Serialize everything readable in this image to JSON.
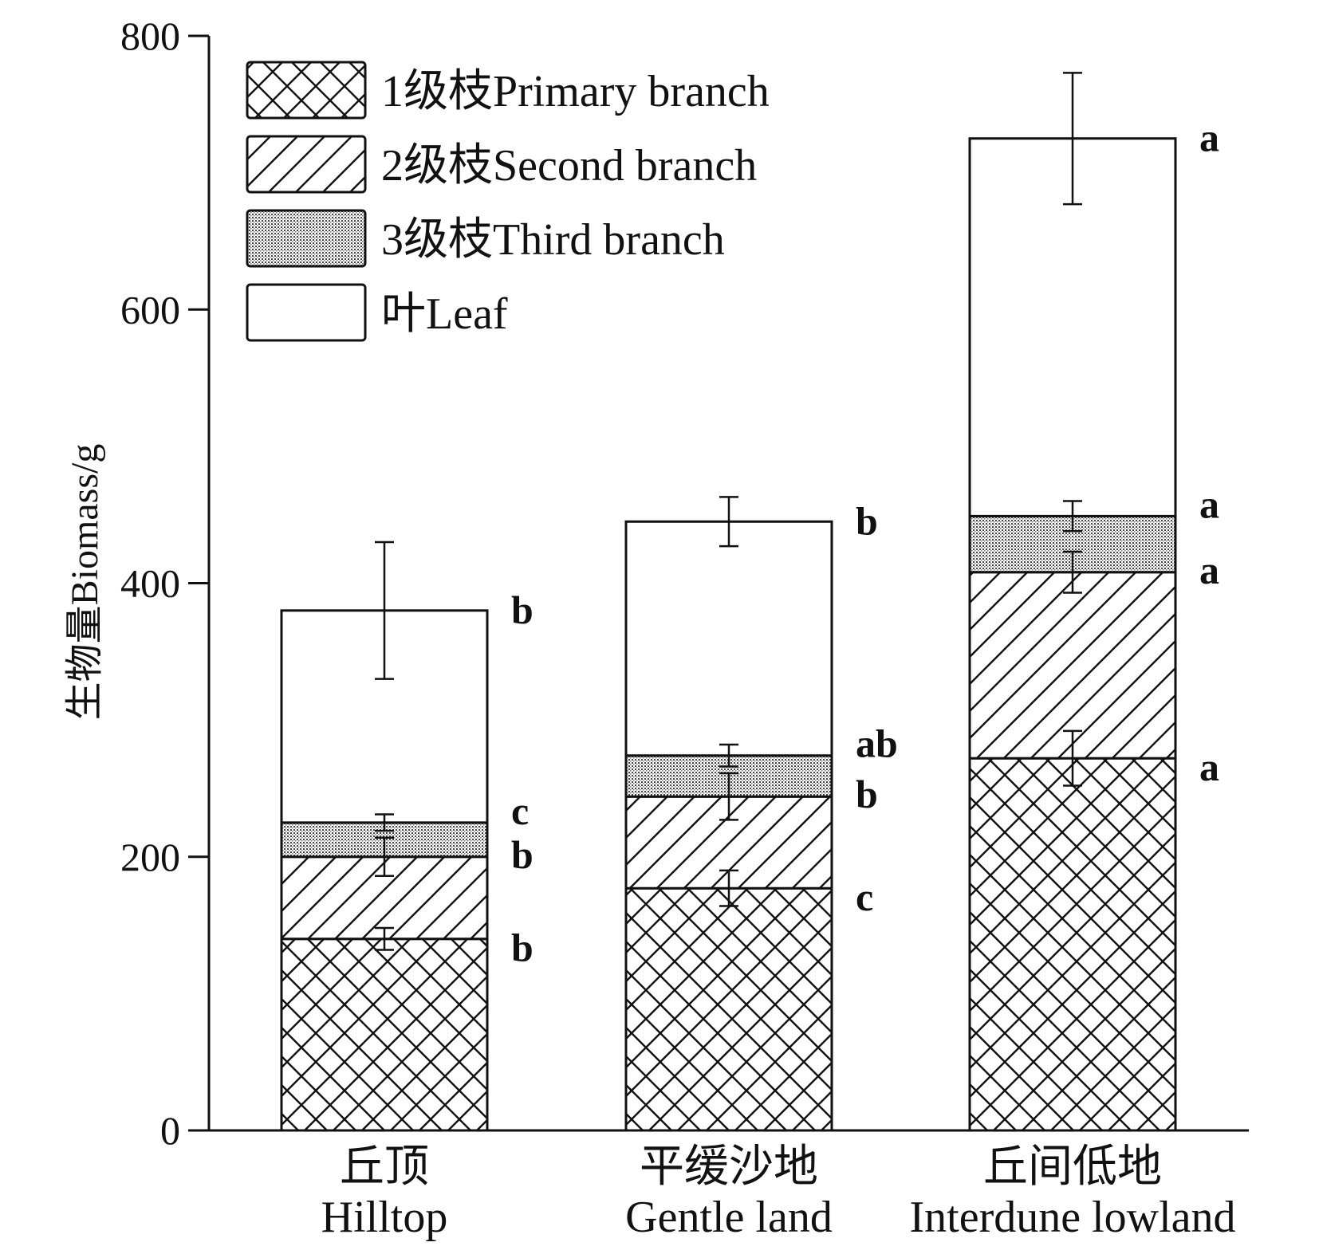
{
  "chart_data": {
    "type": "bar",
    "stacked": true,
    "title": "",
    "xlabel": "",
    "ylabel": "生物量Biomass/g",
    "ylim": [
      0,
      800
    ],
    "yticks": [
      0,
      200,
      400,
      600,
      800
    ],
    "grid": false,
    "legend_position": "top-left",
    "categories": [
      {
        "cn": "丘顶",
        "en": "Hilltop"
      },
      {
        "cn": "平缓沙地",
        "en": "Gentle land"
      },
      {
        "cn": "丘间低地",
        "en": "Interdune lowland"
      }
    ],
    "series": [
      {
        "name": "1级枝Primary branch",
        "pattern": "crosshatch",
        "values": [
          140,
          177,
          272
        ],
        "errors": [
          8,
          13,
          20
        ],
        "letters": [
          "b",
          "c",
          "a"
        ]
      },
      {
        "name": "2级枝Second branch",
        "pattern": "diagonal",
        "values": [
          60,
          67,
          136
        ],
        "errors": [
          14,
          17,
          15
        ],
        "letters": [
          "b",
          "b",
          "a"
        ]
      },
      {
        "name": "3级枝Third branch",
        "pattern": "dots",
        "values": [
          25,
          30,
          41
        ],
        "errors": [
          6,
          8,
          11
        ],
        "letters": [
          "c",
          "ab",
          "a"
        ]
      },
      {
        "name": "叶Leaf",
        "pattern": "none",
        "values": [
          155,
          171,
          276
        ],
        "errors": [
          50,
          18,
          48
        ],
        "letters": [
          "b",
          "b",
          "a"
        ]
      }
    ]
  }
}
